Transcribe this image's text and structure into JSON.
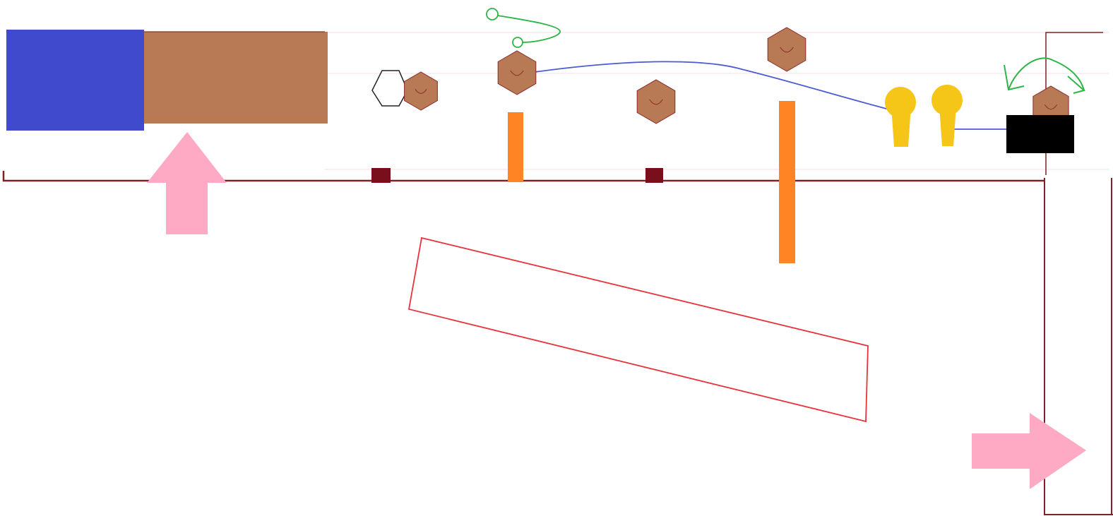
{
  "scene": {
    "type": "physics-puzzle",
    "background": "#ffffff",
    "colors": {
      "player_block": "#3f4bcc",
      "wood_block": "#b87955",
      "hex_nut": "#b87955",
      "hex_nut_stroke": "#8c2a2a",
      "floor_line": "#7a2226",
      "floor_peg": "#7a0f1c",
      "orange_post": "#ff8524",
      "pink_arrow": "#ffaac4",
      "rope": "#4a5bd4",
      "green_hook": "#2db548",
      "yellow_pin": "#f5c518",
      "black_block": "#000000",
      "red_outline": "#e8333a",
      "guide_line": "#f6dde0",
      "outline_hex": "#222222"
    },
    "icons": {
      "up_arrow": "arrow-up-icon",
      "right_arrow": "arrow-right-icon",
      "hook": "hook-icon",
      "rotate": "rotate-icon",
      "pin": "pin-icon"
    },
    "nut_count": 6,
    "pin_count": 2,
    "peg_count": 2,
    "post_count": 2
  }
}
